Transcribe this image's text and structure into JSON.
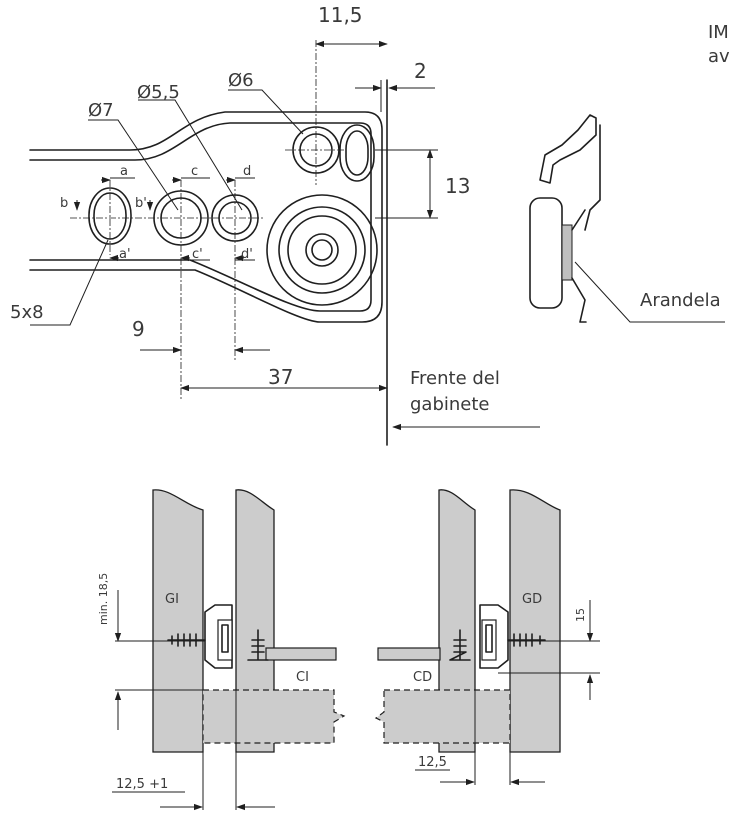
{
  "labels": {
    "dim_11_5": "11,5",
    "dim_2": "2",
    "dim_13": "13",
    "dim_9": "9",
    "dim_37": "37",
    "hole_d6": "Ø6",
    "hole_d7": "Ø7",
    "hole_d5_5": "Ø5,5",
    "slot_5x8": "5x8",
    "a": "a",
    "b": "b",
    "c": "c",
    "d": "d",
    "a_prime": "a'",
    "b_prime": "b'",
    "c_prime": "c'",
    "d_prime": "d'",
    "frente_line1": "Frente del",
    "frente_line2": "gabinete",
    "arandela": "Arandela",
    "cut_text_1": "IM",
    "cut_text_2": "av",
    "min_18_5": "min. 18,5",
    "dim_15": "15",
    "gi": "GI",
    "gd": "GD",
    "ci": "CI",
    "cd": "CD",
    "dim_12_5_plus_1": "12,5 +1",
    "dim_12_5": "12,5"
  }
}
